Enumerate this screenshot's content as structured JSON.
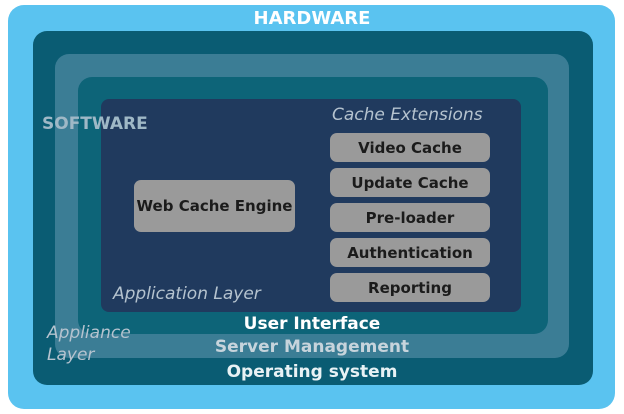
{
  "hardware": {
    "title": "HARDWARE"
  },
  "os": {
    "title": "Operating system"
  },
  "server_management": {
    "title": "Server Management"
  },
  "user_interface": {
    "title": "User Interface"
  },
  "software": {
    "title": "SOFTWARE"
  },
  "appliance_layer": {
    "title": "Appliance Layer"
  },
  "application_layer": {
    "title": "Application Layer"
  },
  "web_cache_engine": {
    "label": "Web Cache Engine"
  },
  "cache_extensions": {
    "title": "Cache Extensions",
    "items": [
      "Video Cache",
      "Update Cache",
      "Pre-loader",
      "Authentication",
      "Reporting"
    ]
  },
  "colors": {
    "hardware": "#5ac3f0",
    "os": "#0a5c73",
    "server": "#3b7d95",
    "ui": "#0d6478",
    "application": "#203a5e",
    "box": "#9a9a9a"
  }
}
